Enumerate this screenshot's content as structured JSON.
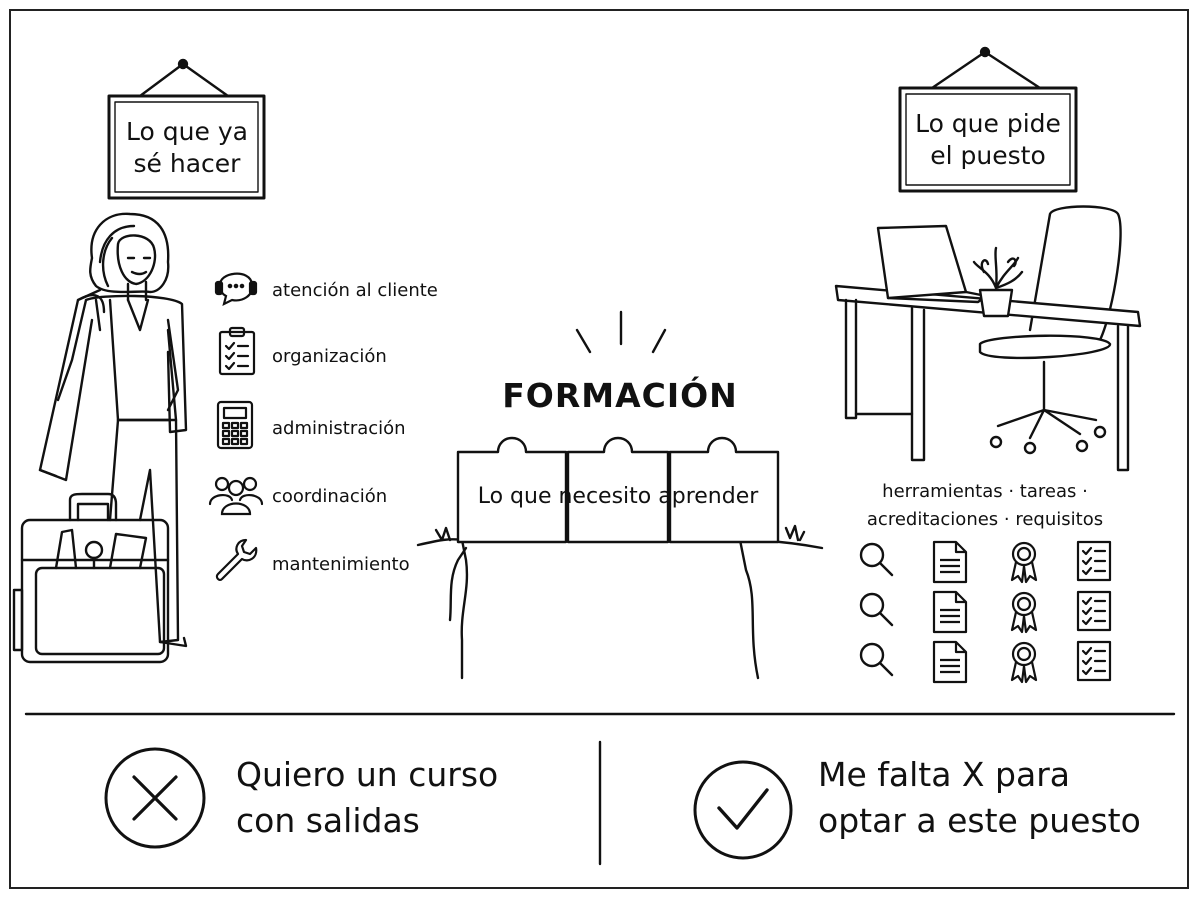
{
  "left_sign": {
    "line1": "Lo que ya",
    "line2": "sé hacer"
  },
  "right_sign": {
    "line1": "Lo que pide",
    "line2": "el puesto"
  },
  "skills": [
    {
      "label": "atención al cliente",
      "icon": "headset-chat-icon"
    },
    {
      "label": "organización",
      "icon": "checklist-clipboard-icon"
    },
    {
      "label": "administración",
      "icon": "calculator-icon"
    },
    {
      "label": "coordinación",
      "icon": "people-group-icon"
    },
    {
      "label": "mantenimiento",
      "icon": "wrench-icon"
    }
  ],
  "bridge": {
    "title": "FORMACIÓN",
    "puzzle_text": "Lo que necesito aprender"
  },
  "job": {
    "line1": "herramientas · tareas ·",
    "line2": "acreditaciones · requisitos"
  },
  "grid_icons": [
    "magnifier-icon",
    "document-icon",
    "award-ribbon-icon",
    "checklist-icon"
  ],
  "bottom": {
    "wrong": {
      "line1": "Quiero un curso",
      "line2": "con salidas",
      "icon": "x-circle-icon"
    },
    "right": {
      "line1": "Me falta X para",
      "line2": "optar a este puesto",
      "icon": "check-circle-icon"
    }
  }
}
